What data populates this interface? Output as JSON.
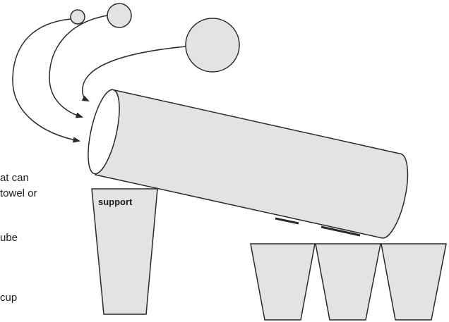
{
  "text_fragments": [
    "at can",
    "towel or",
    "ube",
    "cup"
  ],
  "support_label": "support",
  "colors": {
    "fill": "#e3e3e3",
    "stroke": "#2a2a2a",
    "opening": "#ffffff"
  }
}
